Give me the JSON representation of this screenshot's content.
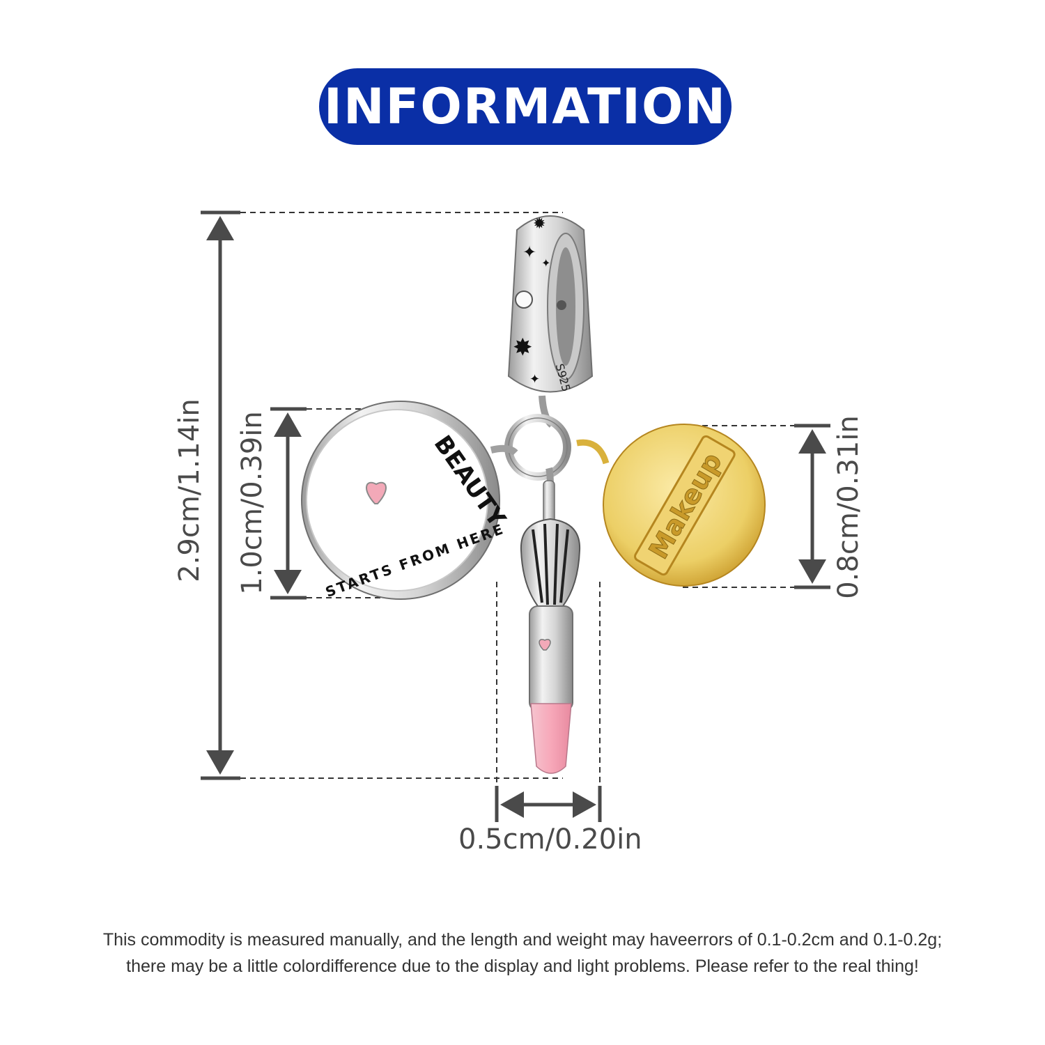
{
  "banner": {
    "title": "INFORMATION"
  },
  "product": {
    "coin_text_top": "BEAUTY",
    "coin_text_bottom": "STARTS FROM HERE",
    "medal_text": "Makeup",
    "hallmark": "S925"
  },
  "dimensions": {
    "total_height": "2.9cm/1.14in",
    "coin_height": "1.0cm/0.39in",
    "medal_height": "0.8cm/0.31in",
    "brush_width": "0.5cm/0.20in"
  },
  "disclaimer": {
    "line1": "This commodity is measured manually, and the length and weight may haveerrors of 0.1-0.2cm and 0.1-0.2g;",
    "line2": "there may be a little colordifference due to the display and light problems. Please refer to the real thing!"
  },
  "colors": {
    "banner": "#0a2fa6",
    "arrow": "#4a4a4a",
    "silver": "#d9d9d9",
    "gold": "#e8c24a",
    "pink": "#f3a9b8"
  }
}
